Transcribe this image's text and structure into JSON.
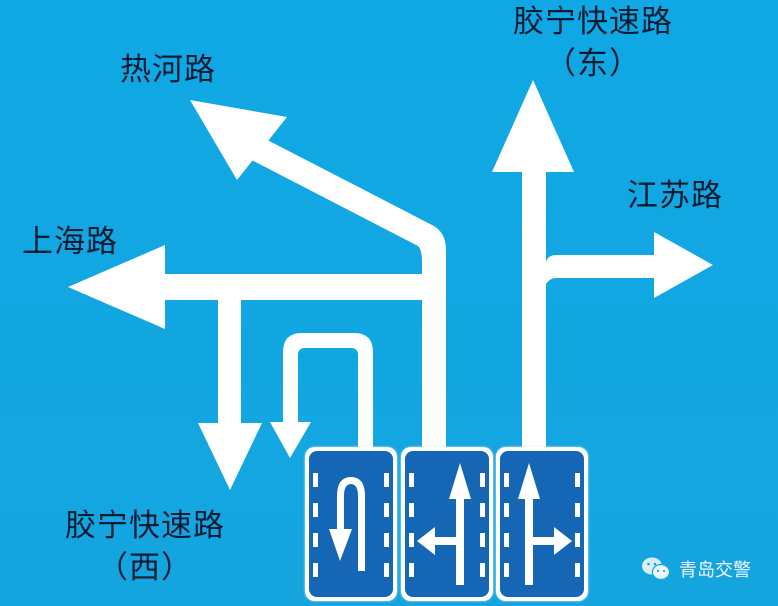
{
  "background_color": "#12a7e2",
  "arrow_color": "#ffffff",
  "sign_color": "#1567b6",
  "label_color": "#0c1c33",
  "labels": {
    "north_east_road": "胶宁快速路",
    "north_east_suffix": "（东）",
    "north_west_road": "热河路",
    "west_road": "上海路",
    "east_road": "江苏路",
    "south_west_road": "胶宁快速路",
    "south_west_suffix": "（西）"
  },
  "lane_signs": [
    {
      "lane": 1,
      "icon": "u-turn-icon",
      "meaning": "掉头"
    },
    {
      "lane": 2,
      "icon": "straight-left-icon",
      "meaning": "直行/左转"
    },
    {
      "lane": 3,
      "icon": "straight-right-icon",
      "meaning": "直行/右转"
    }
  ],
  "watermark": {
    "icon": "wechat-icon",
    "text": "青岛交警"
  }
}
